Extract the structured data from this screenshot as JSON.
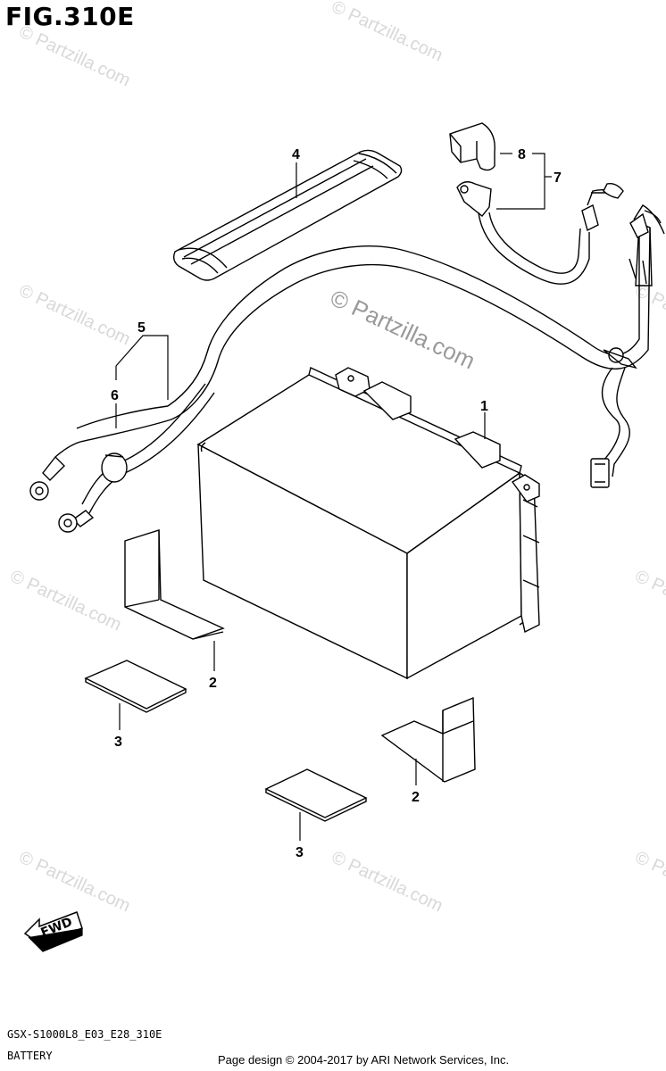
{
  "figure": {
    "title": "FIG.310E",
    "model_code": "GSX-S1000L8_E03_E28_310E",
    "section_name": "BATTERY",
    "credit": "Page design © 2004-2017 by ARI Network Services, Inc."
  },
  "watermark": {
    "text": "© Partzilla.com",
    "center_text": "© Partzilla.com"
  },
  "direction_arrow": {
    "label": "FWD"
  },
  "callouts": [
    {
      "number": "1"
    },
    {
      "number": "2"
    },
    {
      "number": "2"
    },
    {
      "number": "3"
    },
    {
      "number": "3"
    },
    {
      "number": "4"
    },
    {
      "number": "5"
    },
    {
      "number": "6"
    },
    {
      "number": "7"
    },
    {
      "number": "8"
    }
  ]
}
